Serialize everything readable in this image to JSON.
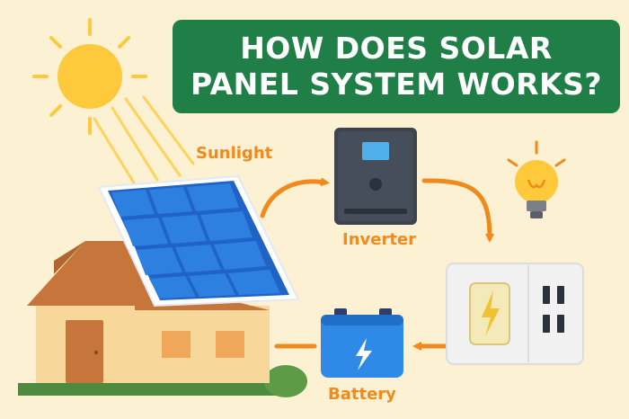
{
  "title": {
    "line1": "HOW DOES SOLAR",
    "line2": "PANEL SYSTEM WORKS?"
  },
  "labels": {
    "sunlight": "Sunlight",
    "inverter": "Inverter",
    "battery": "Battery"
  },
  "colors": {
    "background": "#fdf1d3",
    "title_bg": "#1f7f47",
    "accent_orange": "#f08a1c",
    "sun": "#ffc93c",
    "panel_blue": "#2d7fe0",
    "roof": "#c6763a",
    "wall": "#f7d79a",
    "battery_blue": "#2e8ae6"
  },
  "icons": [
    "sun-icon",
    "solar-panel-icon",
    "house-icon",
    "inverter-icon",
    "lightbulb-icon",
    "electric-panel-icon",
    "battery-icon",
    "bolt-icon"
  ]
}
